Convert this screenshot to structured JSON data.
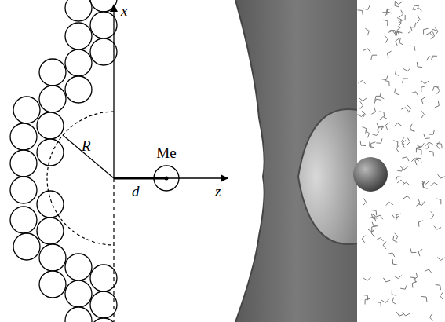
{
  "diagram": {
    "nodes": [
      {
        "text": [
          "Me"
        ]
      }
    ],
    "labels": [
      "x",
      "R",
      "d",
      "z"
    ]
  }
}
